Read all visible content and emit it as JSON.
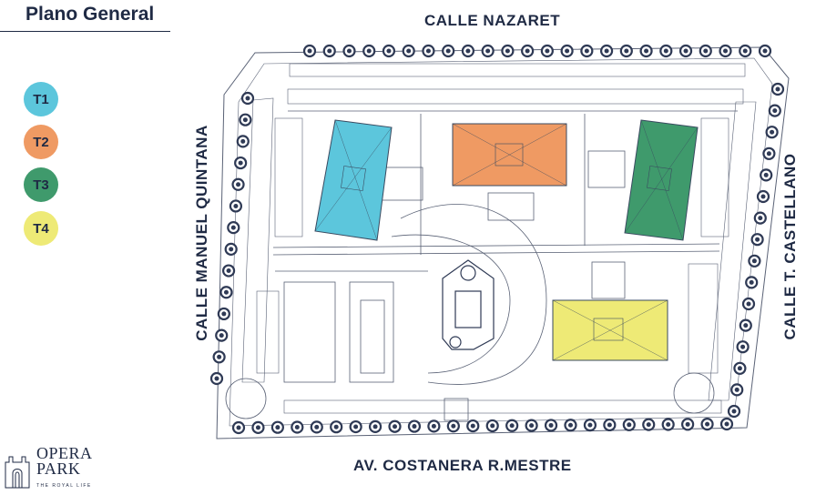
{
  "title": "Plano General",
  "legend": [
    {
      "label": "T1",
      "color": "#5cc6dc"
    },
    {
      "label": "T2",
      "color": "#ef9a63"
    },
    {
      "label": "T3",
      "color": "#3f9a6c"
    },
    {
      "label": "T4",
      "color": "#eeea76"
    }
  ],
  "streets": {
    "top": "CALLE NAZARET",
    "bottom": "AV. COSTANERA R.MESTRE",
    "left": "CALLE MANUEL QUINTANA",
    "right": "CALLE T. CASTELLANO"
  },
  "logo": {
    "line1": "OPERA",
    "line2": "PARK",
    "tagline": "THE ROYAL LIFE"
  },
  "colors": {
    "ink": "#1f2a44",
    "tree": "#2f3a55"
  }
}
